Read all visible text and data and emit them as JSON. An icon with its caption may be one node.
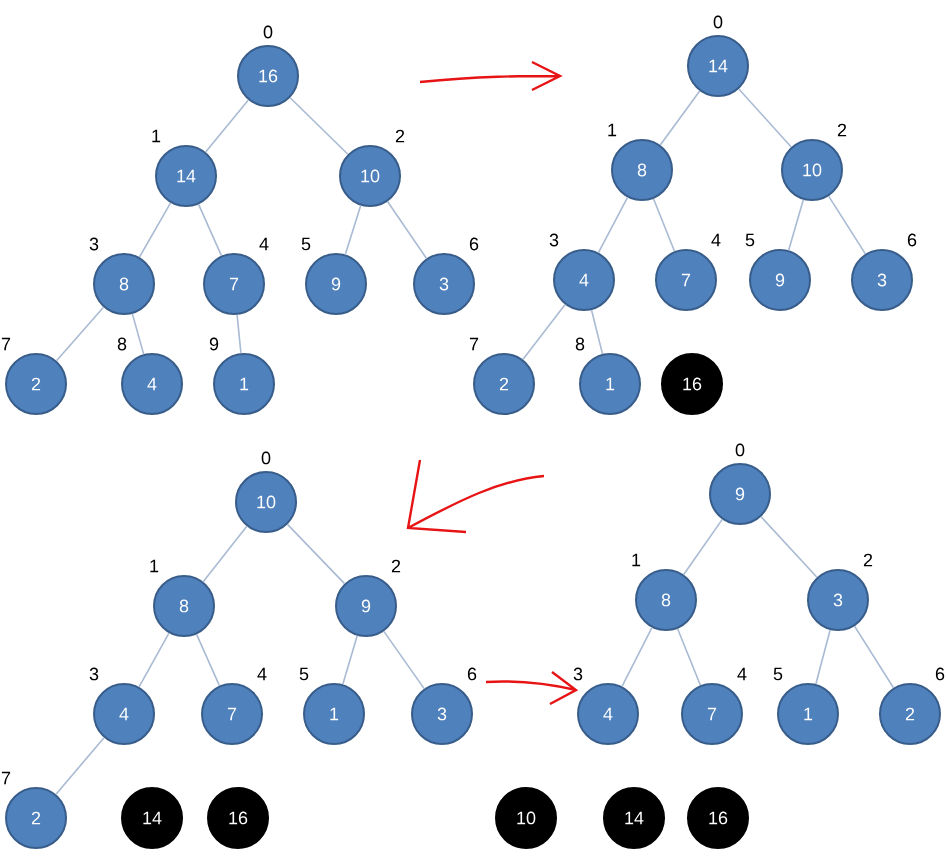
{
  "diagram": {
    "nodes": [
      {
        "text": [
          "16"
        ],
        "beside": [
          "0"
        ]
      },
      {
        "text": [
          "14"
        ],
        "beside": [
          "1"
        ]
      },
      {
        "text": [
          "10"
        ],
        "beside": [
          "2"
        ]
      },
      {
        "text": [
          "8"
        ],
        "beside": [
          "3"
        ]
      },
      {
        "text": [
          "7"
        ],
        "beside": [
          "4"
        ]
      },
      {
        "text": [
          "9"
        ],
        "beside": [
          "5"
        ]
      },
      {
        "text": [
          "3"
        ],
        "beside": [
          "6"
        ]
      },
      {
        "text": [
          "2"
        ],
        "beside": [
          "7"
        ]
      },
      {
        "text": [
          "4"
        ],
        "beside": [
          "8"
        ]
      },
      {
        "text": [
          "1"
        ],
        "beside": [
          "9"
        ]
      },
      {
        "text": [
          "14"
        ],
        "beside": [
          "0"
        ]
      },
      {
        "text": [
          "8"
        ],
        "beside": [
          "1"
        ]
      },
      {
        "text": [
          "10"
        ],
        "beside": [
          "2"
        ]
      },
      {
        "text": [
          "4"
        ],
        "beside": [
          "3"
        ]
      },
      {
        "text": [
          "7"
        ],
        "beside": [
          "4"
        ]
      },
      {
        "text": [
          "9"
        ],
        "beside": [
          "5"
        ]
      },
      {
        "text": [
          "3"
        ],
        "beside": [
          "6"
        ]
      },
      {
        "text": [
          "2"
        ],
        "beside": [
          "7"
        ]
      },
      {
        "text": [
          "1"
        ],
        "beside": [
          "8"
        ]
      },
      {
        "text": [
          "16"
        ]
      },
      {
        "text": [
          "10"
        ],
        "beside": [
          "0"
        ]
      },
      {
        "text": [
          "8"
        ],
        "beside": [
          "1"
        ]
      },
      {
        "text": [
          "9"
        ],
        "beside": [
          "2"
        ]
      },
      {
        "text": [
          "4"
        ],
        "beside": [
          "3"
        ]
      },
      {
        "text": [
          "7"
        ],
        "beside": [
          "4"
        ]
      },
      {
        "text": [
          "1"
        ],
        "beside": [
          "5"
        ]
      },
      {
        "text": [
          "3"
        ],
        "beside": [
          "6"
        ]
      },
      {
        "text": [
          "2"
        ],
        "beside": [
          "7"
        ]
      },
      {
        "text": [
          "14"
        ]
      },
      {
        "text": [
          "16"
        ]
      },
      {
        "text": [
          "9"
        ],
        "beside": [
          "0"
        ]
      },
      {
        "text": [
          "8"
        ],
        "beside": [
          "1"
        ]
      },
      {
        "text": [
          "3"
        ],
        "beside": [
          "2"
        ]
      },
      {
        "text": [
          "4"
        ],
        "beside": [
          "3"
        ]
      },
      {
        "text": [
          "7"
        ],
        "beside": [
          "4"
        ]
      },
      {
        "text": [
          "1"
        ],
        "beside": [
          "5"
        ]
      },
      {
        "text": [
          "2"
        ],
        "beside": [
          "6"
        ]
      },
      {
        "text": [
          "10"
        ]
      },
      {
        "text": [
          "14"
        ]
      },
      {
        "text": [
          "16"
        ]
      }
    ],
    "edges": [
      {
        "from": 0,
        "to": 1,
        "arrow": "none"
      },
      {
        "from": 0,
        "to": 2,
        "arrow": "none"
      },
      {
        "from": 1,
        "to": 3,
        "arrow": "none"
      },
      {
        "from": 1,
        "to": 4,
        "arrow": "none"
      },
      {
        "from": 2,
        "to": 5,
        "arrow": "none"
      },
      {
        "from": 2,
        "to": 6,
        "arrow": "none"
      },
      {
        "from": 3,
        "to": 7,
        "arrow": "none"
      },
      {
        "from": 3,
        "to": 8,
        "arrow": "none"
      },
      {
        "from": 4,
        "to": 9,
        "arrow": "none"
      },
      {
        "from": 10,
        "to": 11,
        "arrow": "none"
      },
      {
        "from": 10,
        "to": 12,
        "arrow": "none"
      },
      {
        "from": 11,
        "to": 13,
        "arrow": "none"
      },
      {
        "from": 11,
        "to": 14,
        "arrow": "none"
      },
      {
        "from": 12,
        "to": 15,
        "arrow": "none"
      },
      {
        "from": 12,
        "to": 16,
        "arrow": "none"
      },
      {
        "from": 13,
        "to": 17,
        "arrow": "none"
      },
      {
        "from": 13,
        "to": 18,
        "arrow": "none"
      },
      {
        "from": 20,
        "to": 21,
        "arrow": "none"
      },
      {
        "from": 20,
        "to": 22,
        "arrow": "none"
      },
      {
        "from": 21,
        "to": 23,
        "arrow": "none"
      },
      {
        "from": 21,
        "to": 24,
        "arrow": "none"
      },
      {
        "from": 22,
        "to": 25,
        "arrow": "none"
      },
      {
        "from": 22,
        "to": 26,
        "arrow": "none"
      },
      {
        "from": 23,
        "to": 27,
        "arrow": "none"
      },
      {
        "from": 30,
        "to": 31,
        "arrow": "none"
      },
      {
        "from": 30,
        "to": 32,
        "arrow": "none"
      },
      {
        "from": 31,
        "to": 33,
        "arrow": "none"
      },
      {
        "from": 31,
        "to": 34,
        "arrow": "none"
      },
      {
        "from": 32,
        "to": 35,
        "arrow": "none"
      },
      {
        "from": 32,
        "to": 36,
        "arrow": "none"
      }
    ]
  }
}
